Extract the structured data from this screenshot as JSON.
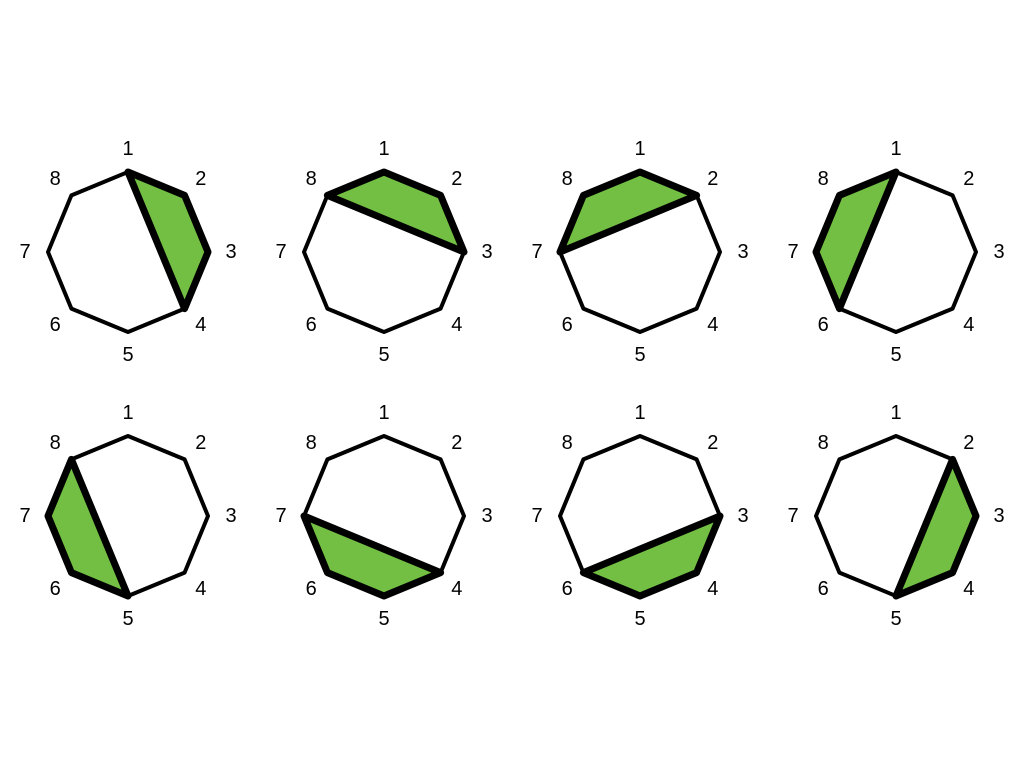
{
  "colors": {
    "fill": "#72bf44",
    "stroke": "#000000",
    "background": "#ffffff"
  },
  "vertex_labels": [
    "1",
    "2",
    "3",
    "4",
    "5",
    "6",
    "7",
    "8"
  ],
  "panels": [
    {
      "region_vertices": [
        1,
        2,
        3,
        4
      ],
      "chord": [
        1,
        4
      ]
    },
    {
      "region_vertices": [
        8,
        1,
        2,
        3
      ],
      "chord": [
        8,
        3
      ]
    },
    {
      "region_vertices": [
        7,
        8,
        1,
        2
      ],
      "chord": [
        7,
        2
      ]
    },
    {
      "region_vertices": [
        6,
        7,
        8,
        1
      ],
      "chord": [
        6,
        1
      ]
    },
    {
      "region_vertices": [
        5,
        6,
        7,
        8
      ],
      "chord": [
        5,
        8
      ]
    },
    {
      "region_vertices": [
        4,
        5,
        6,
        7
      ],
      "chord": [
        4,
        7
      ]
    },
    {
      "region_vertices": [
        3,
        4,
        5,
        6
      ],
      "chord": [
        3,
        6
      ]
    },
    {
      "region_vertices": [
        2,
        3,
        4,
        5
      ],
      "chord": [
        2,
        5
      ]
    }
  ]
}
